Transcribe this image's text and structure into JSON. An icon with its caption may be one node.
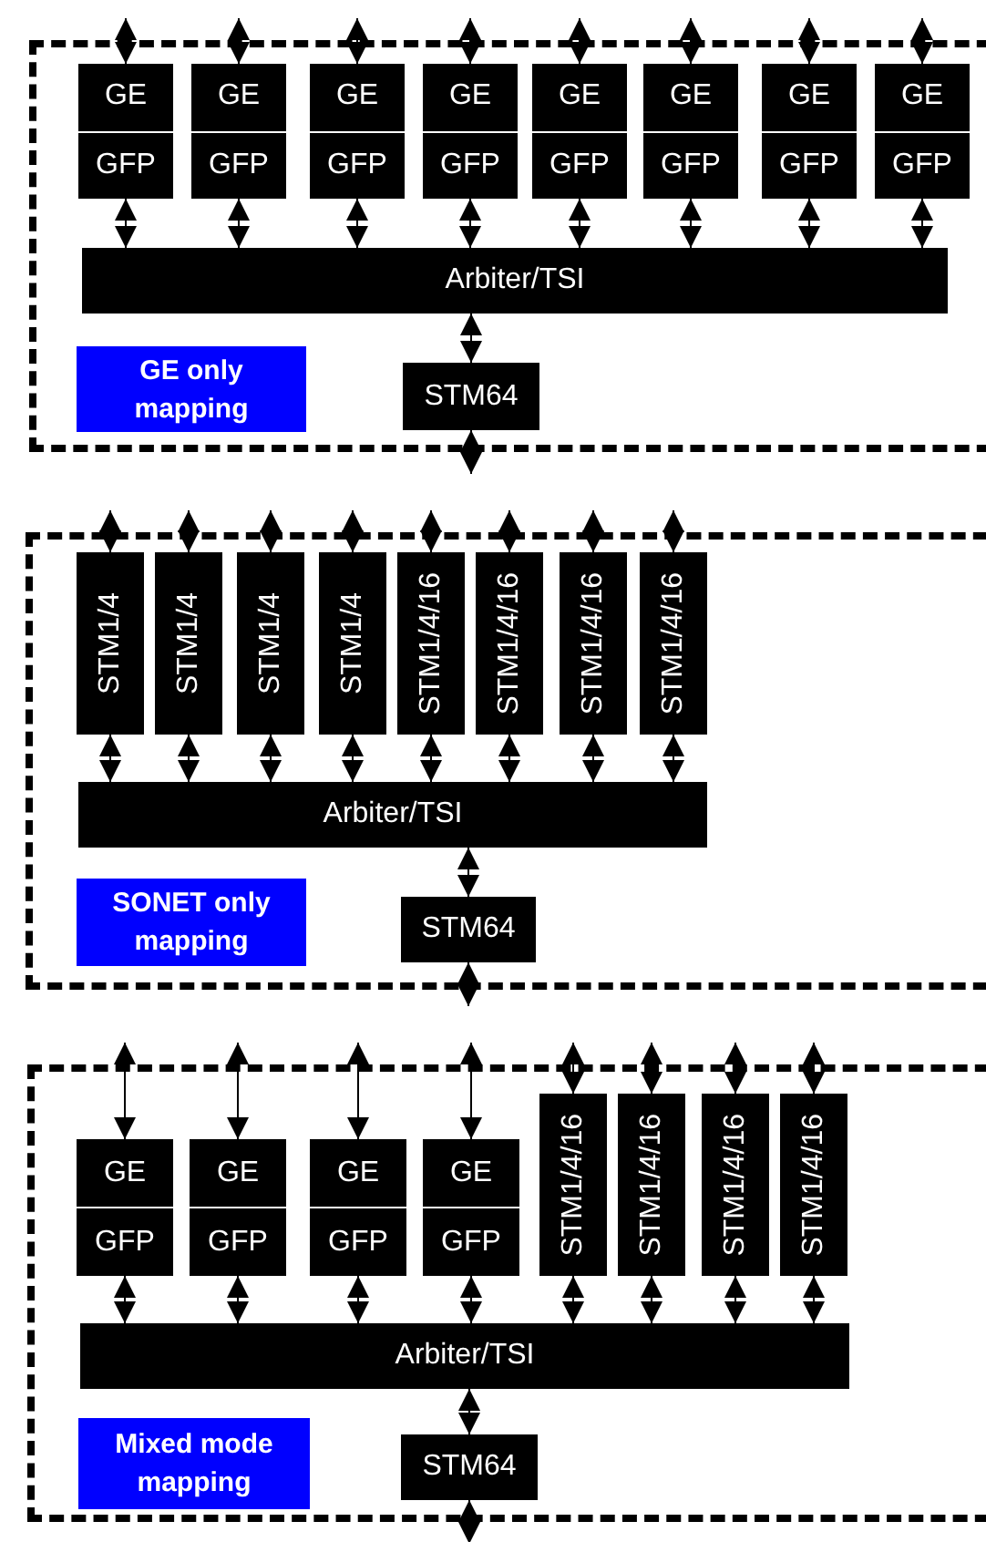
{
  "diagram": {
    "nodes": [
      {
        "text": [],
        "shape": "box"
      },
      {
        "text": [
          "GE",
          "GFP"
        ],
        "in": 0
      },
      {
        "text": [
          "GE",
          "GFP"
        ],
        "in": 0
      },
      {
        "text": [
          "GE",
          "GFP"
        ],
        "in": 0
      },
      {
        "text": [
          "GE",
          "GFP"
        ],
        "in": 0
      },
      {
        "text": [
          "GE",
          "GFP"
        ],
        "in": 0
      },
      {
        "text": [
          "GE",
          "GFP"
        ],
        "in": 0
      },
      {
        "text": [
          "GE",
          "GFP"
        ],
        "in": 0
      },
      {
        "text": [
          "GE",
          "GFP"
        ],
        "in": 0
      },
      {
        "text": [
          "Arbiter/TSI"
        ],
        "in": 0
      },
      {
        "text": [
          "GE only mapping"
        ],
        "in": 0
      },
      {
        "text": [
          "STM64"
        ],
        "in": 0
      },
      {
        "text": [],
        "shape": "box"
      },
      {
        "text": [
          "STM1/4"
        ],
        "in": 12
      },
      {
        "text": [
          "STM1/4"
        ],
        "in": 12
      },
      {
        "text": [
          "STM1/4"
        ],
        "in": 12
      },
      {
        "text": [
          "STM1/4"
        ],
        "in": 12
      },
      {
        "text": [
          "STM1/4/16"
        ],
        "in": 12
      },
      {
        "text": [
          "STM1/4/16"
        ],
        "in": 12
      },
      {
        "text": [
          "STM1/4/16"
        ],
        "in": 12
      },
      {
        "text": [
          "STM1/4/16"
        ],
        "in": 12
      },
      {
        "text": [
          "Arbiter/TSI"
        ],
        "in": 12
      },
      {
        "text": [
          "SONET only mapping"
        ],
        "in": 12
      },
      {
        "text": [
          "STM64"
        ],
        "in": 12
      },
      {
        "text": [],
        "shape": "box"
      },
      {
        "text": [
          "GE",
          "GFP"
        ],
        "in": 24
      },
      {
        "text": [
          "GE",
          "GFP"
        ],
        "in": 24
      },
      {
        "text": [
          "GE",
          "GFP"
        ],
        "in": 24
      },
      {
        "text": [
          "GE",
          "GFP"
        ],
        "in": 24
      },
      {
        "text": [
          "STM1/4/16"
        ],
        "in": 24
      },
      {
        "text": [
          "STM1/4/16"
        ],
        "in": 24
      },
      {
        "text": [
          "STM1/4/16"
        ],
        "in": 24
      },
      {
        "text": [
          "STM1/4/16"
        ],
        "in": 24
      },
      {
        "text": [
          "Arbiter/TSI"
        ],
        "in": 24
      },
      {
        "text": [
          "Mixed mode mapping"
        ],
        "in": 24
      },
      {
        "text": [
          "STM64"
        ],
        "in": 24
      }
    ],
    "edges": [
      {
        "from": null,
        "to": 1,
        "arrow": "both"
      },
      {
        "from": null,
        "to": 2,
        "arrow": "both"
      },
      {
        "from": null,
        "to": 3,
        "arrow": "both"
      },
      {
        "from": null,
        "to": 4,
        "arrow": "both"
      },
      {
        "from": null,
        "to": 5,
        "arrow": "both"
      },
      {
        "from": null,
        "to": 6,
        "arrow": "both"
      },
      {
        "from": null,
        "to": 7,
        "arrow": "both"
      },
      {
        "from": null,
        "to": 8,
        "arrow": "both"
      },
      {
        "from": 1,
        "to": 9,
        "arrow": "both"
      },
      {
        "from": 2,
        "to": 9,
        "arrow": "both"
      },
      {
        "from": 3,
        "to": 9,
        "arrow": "both"
      },
      {
        "from": 4,
        "to": 9,
        "arrow": "both"
      },
      {
        "from": 5,
        "to": 9,
        "arrow": "both"
      },
      {
        "from": 6,
        "to": 9,
        "arrow": "both"
      },
      {
        "from": 7,
        "to": 9,
        "arrow": "both"
      },
      {
        "from": 8,
        "to": 9,
        "arrow": "both"
      },
      {
        "from": 9,
        "to": 11,
        "arrow": "both"
      },
      {
        "from": 11,
        "to": null,
        "arrow": "both"
      },
      {
        "from": null,
        "to": 13,
        "arrow": "both"
      },
      {
        "from": null,
        "to": 14,
        "arrow": "both"
      },
      {
        "from": null,
        "to": 15,
        "arrow": "both"
      },
      {
        "from": null,
        "to": 16,
        "arrow": "both"
      },
      {
        "from": null,
        "to": 17,
        "arrow": "both"
      },
      {
        "from": null,
        "to": 18,
        "arrow": "both"
      },
      {
        "from": null,
        "to": 19,
        "arrow": "both"
      },
      {
        "from": null,
        "to": 20,
        "arrow": "both"
      },
      {
        "from": 13,
        "to": 21,
        "arrow": "both"
      },
      {
        "from": 14,
        "to": 21,
        "arrow": "both"
      },
      {
        "from": 15,
        "to": 21,
        "arrow": "both"
      },
      {
        "from": 16,
        "to": 21,
        "arrow": "both"
      },
      {
        "from": 17,
        "to": 21,
        "arrow": "both"
      },
      {
        "from": 18,
        "to": 21,
        "arrow": "both"
      },
      {
        "from": 19,
        "to": 21,
        "arrow": "both"
      },
      {
        "from": 20,
        "to": 21,
        "arrow": "both"
      },
      {
        "from": 21,
        "to": 23,
        "arrow": "both"
      },
      {
        "from": 23,
        "to": null,
        "arrow": "both"
      },
      {
        "from": null,
        "to": 25,
        "arrow": "both"
      },
      {
        "from": null,
        "to": 26,
        "arrow": "both"
      },
      {
        "from": null,
        "to": 27,
        "arrow": "both"
      },
      {
        "from": null,
        "to": 28,
        "arrow": "both"
      },
      {
        "from": null,
        "to": 29,
        "arrow": "both"
      },
      {
        "from": null,
        "to": 30,
        "arrow": "both"
      },
      {
        "from": null,
        "to": 31,
        "arrow": "both"
      },
      {
        "from": null,
        "to": 32,
        "arrow": "both"
      },
      {
        "from": 25,
        "to": 33,
        "arrow": "both"
      },
      {
        "from": 26,
        "to": 33,
        "arrow": "both"
      },
      {
        "from": 27,
        "to": 33,
        "arrow": "both"
      },
      {
        "from": 28,
        "to": 33,
        "arrow": "both"
      },
      {
        "from": 29,
        "to": 33,
        "arrow": "both"
      },
      {
        "from": 30,
        "to": 33,
        "arrow": "both"
      },
      {
        "from": 31,
        "to": 33,
        "arrow": "both"
      },
      {
        "from": 32,
        "to": 33,
        "arrow": "both"
      },
      {
        "from": 33,
        "to": 35,
        "arrow": "both"
      },
      {
        "from": 35,
        "to": null,
        "arrow": "both"
      }
    ]
  }
}
